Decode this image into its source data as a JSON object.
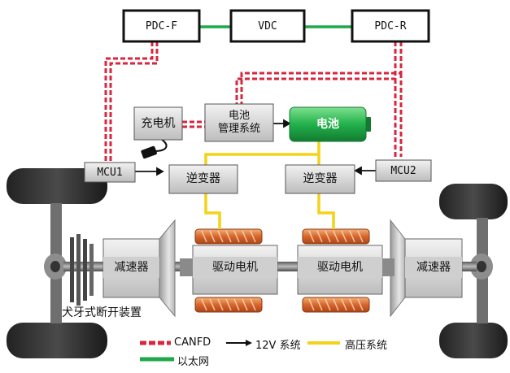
{
  "nodes": {
    "pdc_f": "PDC-F",
    "vdc": "VDC",
    "pdc_r": "PDC-R",
    "charger": "充电机",
    "bms": "电池\n管理系统",
    "battery": "电池",
    "mcu1": "MCU1",
    "mcu2": "MCU2",
    "inverter_left": "逆变器",
    "inverter_right": "逆变器",
    "reducer_left": "减速器",
    "reducer_right": "减速器",
    "motor_left": "驱动电机",
    "motor_right": "驱动电机",
    "dog_clutch": "犬牙式断开装置"
  },
  "legend": {
    "canfd": "CANFD",
    "v12": "12V 系统",
    "hv": "高压系统",
    "ethernet": "以太网"
  },
  "colors": {
    "canfd": "#d7263d",
    "v12": "#111111",
    "hv": "#f3d21a",
    "ethernet": "#1fa84a",
    "box_fill": "#d9d9d9",
    "battery_green": "#22b14c",
    "coil_orange": "#e07a3c"
  }
}
